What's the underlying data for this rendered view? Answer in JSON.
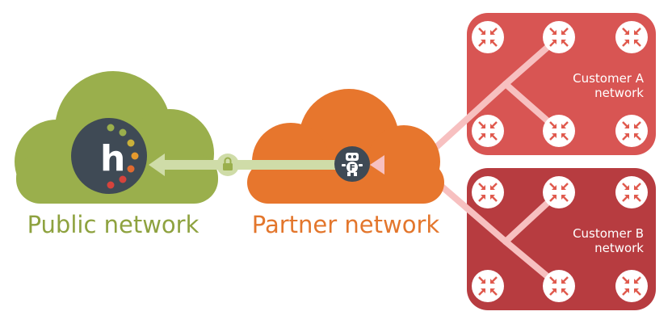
{
  "clouds": {
    "public": {
      "label": "Public network",
      "icon": "hosting-logo-icon",
      "icon_letter": "h"
    },
    "partner": {
      "label": "Partner network",
      "icon": "robot-firewall-icon",
      "icon_letter": "F"
    }
  },
  "customers": {
    "a": {
      "label_line1": "Customer A",
      "label_line2": "network"
    },
    "b": {
      "label_line1": "Customer B",
      "label_line2": "network"
    }
  },
  "connection": {
    "icon": "lock-icon"
  },
  "colors": {
    "public_cloud": "#9aaf4c",
    "public_text": "#8ea23f",
    "public_link": "#cfdca8",
    "partner_cloud": "#e7762d",
    "partner_text": "#e3762c",
    "partner_link": "#f7c0c0",
    "customer_a_bg": "#d85553",
    "customer_b_bg": "#b73c40",
    "node_icon": "#e05a4e",
    "hub_dark": "#3f4a55"
  }
}
